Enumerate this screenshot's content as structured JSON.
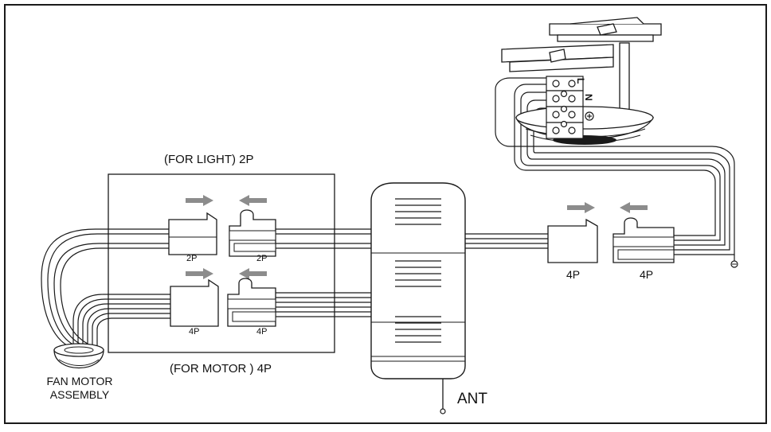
{
  "labels": {
    "for_light": "(FOR LIGHT) 2P",
    "for_motor": "(FOR MOTOR ) 4P",
    "fan_motor_line1": "FAN MOTOR",
    "fan_motor_line2": "ASSEMBLY",
    "ant": "ANT",
    "light_male": "2P",
    "light_female": "2P",
    "motor_male": "4P",
    "motor_female": "4P",
    "supply_male": "4P",
    "supply_female": "4P",
    "terminal_l": "L",
    "terminal_n": "N"
  },
  "colors": {
    "line": "#1a1a1a",
    "arrow": "#8c8c8c",
    "connector": "#ffffff",
    "receiver": "#ffffff"
  },
  "icons": {
    "ground": "ground-symbol-icon",
    "arrow_in": "gray-arrow-right-icon",
    "arrow_out": "gray-arrow-left-icon"
  }
}
